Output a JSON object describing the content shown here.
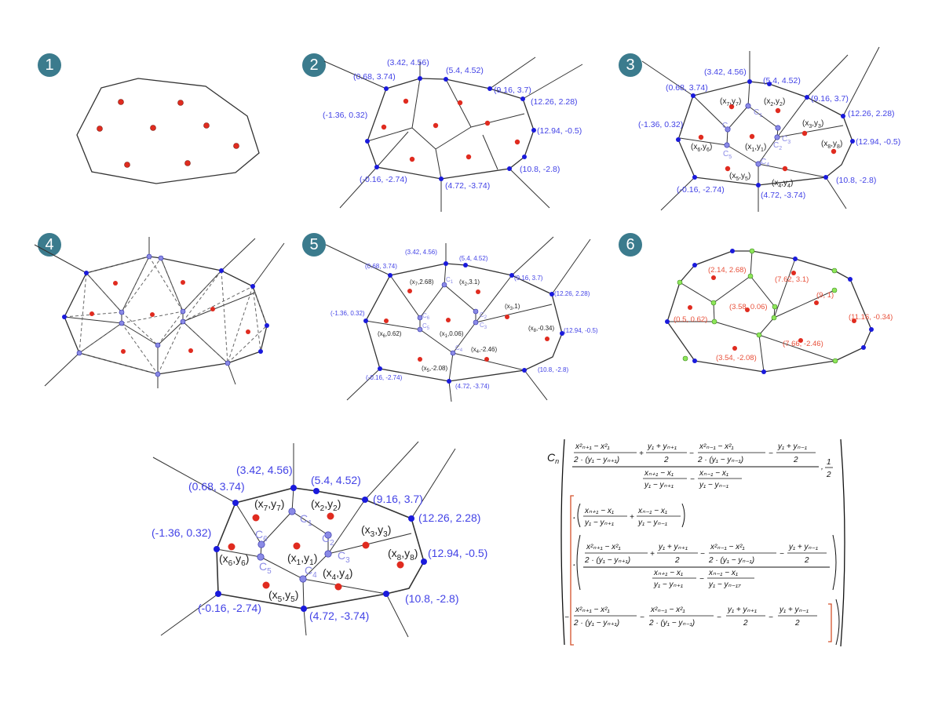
{
  "badges": [
    "1",
    "2",
    "3",
    "4",
    "5",
    "6"
  ],
  "colors": {
    "badge": "#3b7b8d",
    "vertex": "#1a1adc",
    "circumcenter": "#8a8ae6",
    "site": "#e02b1f",
    "green_vertex": "#8ee65a",
    "blue_label": "#4343e6",
    "red_label": "#e8503a",
    "edge": "#333333"
  },
  "boundary_labels": [
    "(3.42, 4.56)",
    "(5.4, 4.52)",
    "(0.68, 3.74)",
    "(9.16, 3.7)",
    "(12.26, 2.28)",
    "(-1.36, 0.32)",
    "(12.94, -0.5)",
    "(-0.16, -2.74)",
    "(4.72, -3.74)",
    "(10.8, -2.8)"
  ],
  "site_labels": {
    "s1": "(x",
    "s1_sub": "1",
    "s1_y": ",y",
    "s1_ysub": "1",
    "s1_close": ")",
    "s2": "(x",
    "s2_sub": "2",
    "s2_y": ",y",
    "s2_ysub": "2",
    "s2_close": ")",
    "s3": "(x",
    "s3_sub": "3",
    "s3_y": ",y",
    "s3_ysub": "3",
    "s3_close": ")",
    "s4": "(x",
    "s4_sub": "4",
    "s4_y": ",y",
    "s4_ysub": "4",
    "s4_close": ")",
    "s5": "(x",
    "s5_sub": "5",
    "s5_y": ",y",
    "s5_ysub": "5",
    "s5_close": ")",
    "s6": "(x",
    "s6_sub": "6",
    "s6_y": ",y",
    "s6_ysub": "6",
    "s6_close": ")",
    "s7": "(x",
    "s7_sub": "7",
    "s7_y": ",y",
    "s7_ysub": "7",
    "s7_close": ")",
    "s8": "(x",
    "s8_sub": "8",
    "s8_y": ",y",
    "s8_ysub": "8",
    "s8_close": ")"
  },
  "c_labels": [
    "C",
    "1",
    "C",
    "2",
    "C",
    "3",
    "C",
    "4",
    "C",
    "5",
    "C",
    "6"
  ],
  "panel5_sites": [
    "(x",
    "7",
    ",2.68)",
    "(x",
    "2",
    ",3.1)",
    "(x",
    "3",
    ",1)",
    "(x",
    "6",
    ",0.62)",
    "(x",
    "1",
    ",0.06)",
    "(x",
    "8",
    ",-0.34)",
    "(x",
    "4",
    ",-2.46)",
    "(x",
    "5",
    ",-2.08)"
  ],
  "panel6_labels": [
    "(2.14, 2.68)",
    "(7.62, 3.1)",
    "(9, 1)",
    "(0.5, 0.62)",
    "(3.58, 0.06)",
    "(11.16, -0.34)",
    "(7.66, -2.46)",
    "(3.54, -2.08)"
  ],
  "formula": {
    "c": "C",
    "n": "n",
    "num1a": "x²ₙ₊₁ − x²₁",
    "den1a": "2 · (y₁ − yₙ₊₁)",
    "num1b": "y₁ + yₙ₊₁",
    "den1b": "2",
    "num1c": "x²ₙ₋₁ − x²₁",
    "den1c": "2 · (y₁ − yₙ₋₁)",
    "num1d": "y₁ + yₙ₋₁",
    "den1d": "2",
    "den2a": "xₙ₊₁ − x₁",
    "den2aa": "y₁ − yₙ₊₁",
    "den2b": "xₙ₋₁ − x₁",
    "den2bb": "y₁ − yₙ₋₁",
    "half": "1",
    "half_den": "2",
    "mid_a": "xₙ₊₁ − x₁",
    "mid_aa": "y₁ − yₙ₊₁",
    "mid_b": "xₙ₋₁ − x₁",
    "mid_bb": "y₁ − yₙ₋₁",
    "num3a": "x²ₙ₊₁ − x²₁",
    "den3a": "2 · (y₁ − yₙ₊₁)",
    "num3b": "y₁ + yₙ₊₁",
    "den3b": "2",
    "num3c": "x²ₙ₋₁ − x²₁",
    "den3c": "2 · (y₁ − yₙ₋₁)",
    "num3d": "y₁ + yₙ₋₁",
    "den3d": "2",
    "den4a": "xₙ₊₁ − x₁",
    "den4aa": "y₁ − yₙ₊₁",
    "den4b": "xₙ₋₁ − x₁",
    "den4bb": "y₁ − yₙ₋₁₇",
    "num5a": "x²ₙ₊₁ − x²₁",
    "den5a": "2 · (y₁ − yₙ₊₁)",
    "num5b": "x²ₙ₋₁ − x²₁",
    "den5b": "2 · (y₁ − yₙ₋₁)",
    "num5c": "y₁ + yₙ₊₁",
    "den5c": "2",
    "num5d": "y₁ + yₙ₋₁",
    "den5d": "2"
  }
}
